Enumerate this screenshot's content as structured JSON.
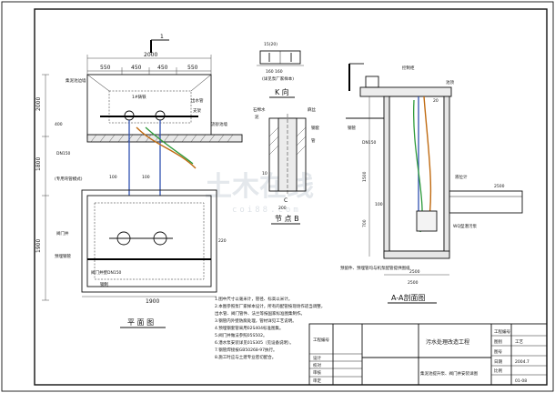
{
  "plan": {
    "title": "平 面 图",
    "section_mark": "1",
    "dims_top": [
      "2000",
      "550",
      "450",
      "450",
      "550"
    ],
    "dims_left": [
      "2000",
      "1800",
      "1900"
    ],
    "dims_mid": [
      "400",
      "100",
      "100"
    ],
    "dim_bottom": "1900",
    "labels": {
      "l1": "集泥池边墙",
      "l2": "1#铸铁",
      "l3": "出水管",
      "l4": "支架",
      "l5": "流砂池墙",
      "l6": "DN150",
      "l7": "(专用弯管模式)",
      "l8": "阀门井",
      "l9": "预埋钢管",
      "l10": "阀门井壁DN150",
      "l11": "220",
      "l12": "钢制"
    }
  },
  "k_view": {
    "title": "K 向",
    "top_dim": "15(20)",
    "mid_dim": "160 160",
    "note": "(详见泵厂家样本)"
  },
  "node_b": {
    "title": "节 点 B",
    "labels": [
      "石棉水",
      "泥",
      "麻丝",
      "钢套",
      "管"
    ],
    "letter": "C",
    "dims": [
      "10",
      "200"
    ]
  },
  "section": {
    "title": "A-A剖面图",
    "dims": [
      "2500",
      "1500",
      "700",
      "2500",
      "2500"
    ],
    "labels": {
      "s1": "控制柜",
      "s2": "钢管",
      "s3": "DN150",
      "s4": "WQ型潜污泵",
      "s5": "预留件、预埋管均与机泵配管提供图纸",
      "s6": "液位计",
      "s7": "池顶",
      "s8": "20",
      "s9": "100"
    }
  },
  "notes": {
    "lines": [
      "1.图中尺寸以毫米计，管径、标高以米计。",
      "2.本图参照泵厂家样本设计，所有的配管按现场作适当调整，",
      "  出水管、阀门管件、法兰等按国家标准图集制作。",
      "3.钢管内外壁防腐处理，管材详见工艺说明。",
      "4.预埋钢套管采用02S404标准图集。",
      "5.阀门井做法参照05S502。",
      "6.潜水泵安装详见01S305（见设备说明）。",
      "7.钢管焊接按GB50268-97执行。",
      "8.施工时应与土建专业密切配合。"
    ]
  },
  "title_block": {
    "project": "污水处理改造工程",
    "drawing": "集泥池提升泵、阀门井安装详图",
    "cells": [
      "工程编号",
      "设计",
      "校对",
      "审核",
      "审定"
    ],
    "values": [
      "",
      "",
      "",
      "",
      ""
    ],
    "right_labels": [
      "工程编号",
      "图别",
      "图号",
      "日期",
      "比例"
    ],
    "right_values": [
      "",
      "工艺",
      "",
      "2004.7",
      "01-08"
    ]
  },
  "watermark": {
    "main": "土木在线",
    "sub": "coi88.com"
  }
}
